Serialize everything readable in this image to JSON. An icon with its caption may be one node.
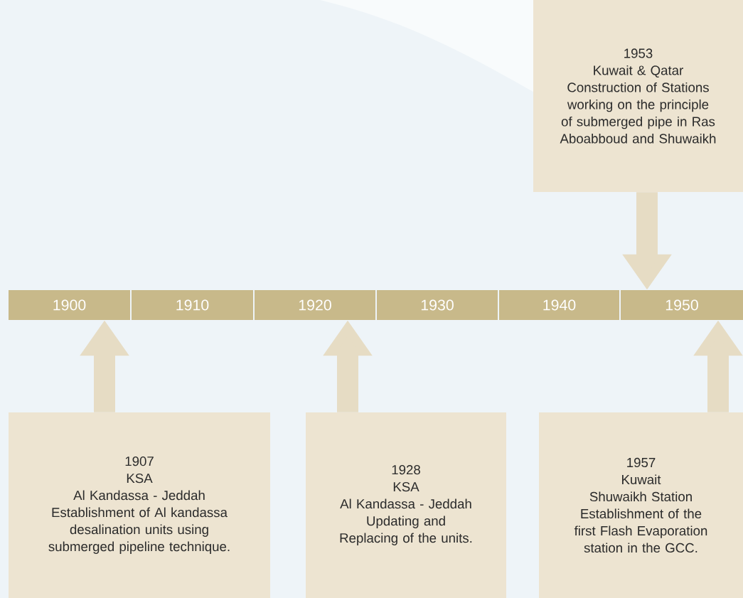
{
  "diagram": {
    "nodes": [
      {
        "text": [
          "1900"
        ]
      },
      {
        "text": [
          "1910"
        ]
      },
      {
        "text": [
          "1920"
        ]
      },
      {
        "text": [
          "1930"
        ]
      },
      {
        "text": [
          "1940"
        ]
      },
      {
        "text": [
          "1950"
        ]
      },
      {
        "text": [
          "1953",
          "Kuwait & Qatar",
          "Construction of Stations working on the principle of submerged pipe in Ras Aboabboud and Shuwaikh"
        ]
      },
      {
        "text": [
          "1907",
          "KSA",
          "Al Kandassa - Jeddah",
          "Establishment of Al kandassa desalination units using submerged pipeline technique."
        ]
      },
      {
        "text": [
          "1928",
          "KSA",
          "Al Kandassa - Jeddah",
          "Updating and Replacing of the units."
        ]
      },
      {
        "text": [
          "1957",
          "Kuwait",
          "Shuwaikh Station",
          "Establishment of the first Flash Evaporation station in the GCC."
        ]
      }
    ],
    "edges": [
      {
        "from": 6,
        "to": 5,
        "arrow": "to"
      },
      {
        "from": 7,
        "to": 0,
        "arrow": "to"
      },
      {
        "from": 8,
        "to": 2,
        "arrow": "to"
      },
      {
        "from": 9,
        "to": 5,
        "arrow": "to"
      }
    ]
  }
}
